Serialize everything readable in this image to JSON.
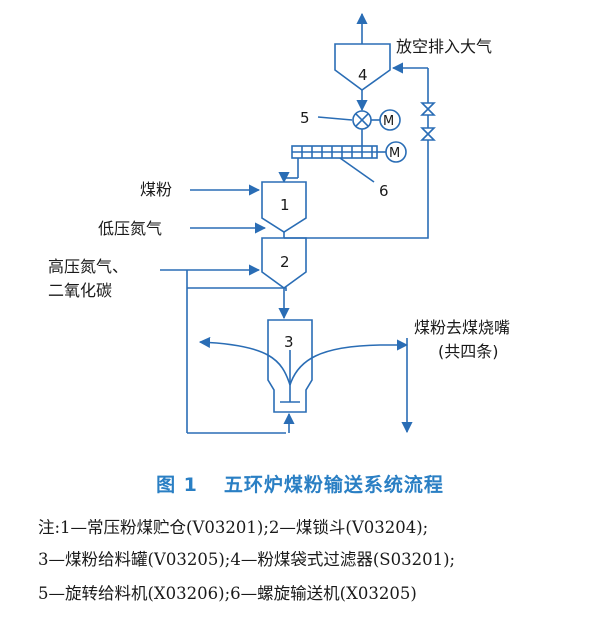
{
  "labels": {
    "vent": "放空排入大气",
    "coal_powder": "煤粉",
    "low_n2": "低压氮气",
    "high_n2_line1": "高压氮气、",
    "high_n2_line2": "二氧化碳",
    "to_burner_line1": "煤粉去煤烧嘴",
    "to_burner_line2": "(共四条)"
  },
  "equipment": {
    "eq1": "1",
    "eq2": "2",
    "eq3": "3",
    "eq4": "4",
    "eq5": "5",
    "eq6": "6",
    "motor": "M"
  },
  "caption": {
    "number": "图 1",
    "title": "五环炉煤粉输送系统流程"
  },
  "notes": {
    "line1": "注:1—常压粉煤贮仓(V03201);2—煤锁斗(V03204);",
    "line2": "3—煤粉给料罐(V03205);4—粉煤袋式过滤器(S03201);",
    "line3": "5—旋转给料机(X03206);6—螺旋输送机(X03205)"
  },
  "colors": {
    "line": "#2a6db5",
    "caption": "#2a7fc4"
  }
}
